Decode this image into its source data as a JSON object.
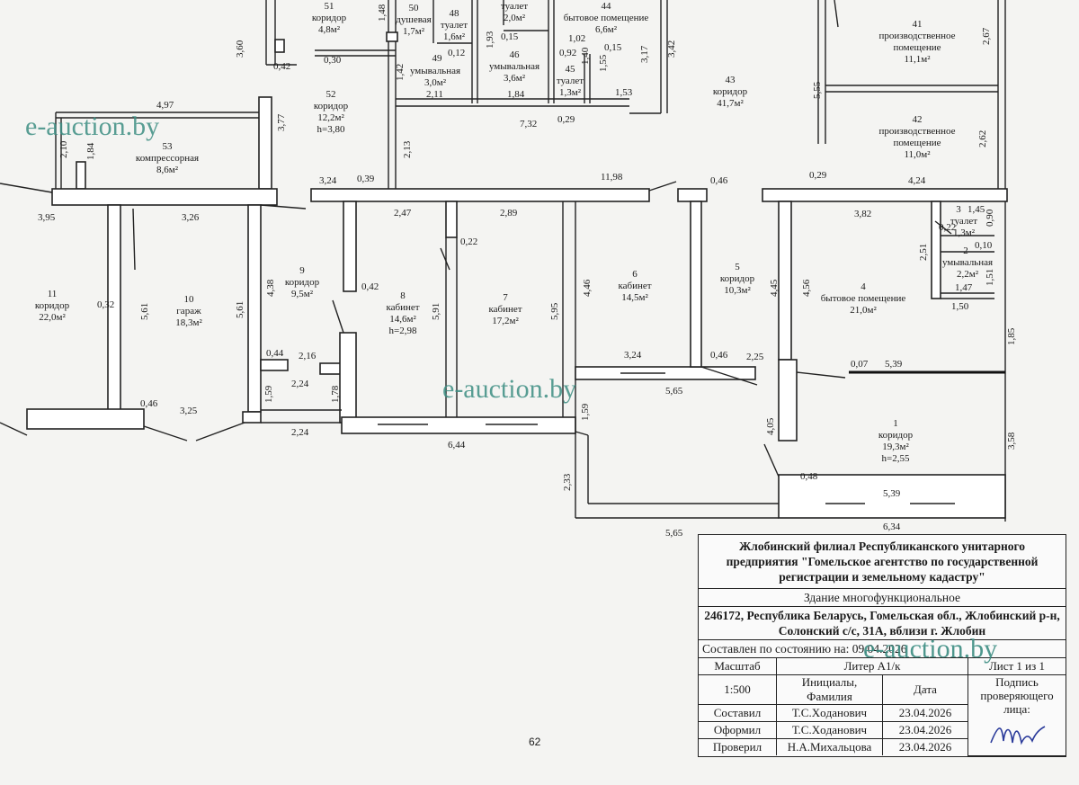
{
  "rooms": [
    {
      "id": "r51",
      "num": "51",
      "name": "коридор",
      "area": "4,8м²"
    },
    {
      "id": "r50",
      "num": "50",
      "name": "душевая",
      "area": "1,7м²"
    },
    {
      "id": "r48",
      "num": "48",
      "name": "туалет",
      "area": "1,6м²"
    },
    {
      "id": "r47",
      "num": "",
      "name": "туалет",
      "area": "2,0м²"
    },
    {
      "id": "r44",
      "num": "44",
      "name": "бытовое помещение",
      "area": "6,6м²"
    },
    {
      "id": "r49",
      "num": "49",
      "name": "умывальная",
      "area": "3,0м²"
    },
    {
      "id": "r46",
      "num": "46",
      "name": "умывальная",
      "area": "3,6м²"
    },
    {
      "id": "r45",
      "num": "45",
      "name": "туалет",
      "area": "1,3м²"
    },
    {
      "id": "r52",
      "num": "52",
      "name": "коридор",
      "area": "12,2м²",
      "height": "h=3,80"
    },
    {
      "id": "r43",
      "num": "43",
      "name": "коридор",
      "area": "41,7м²"
    },
    {
      "id": "r41",
      "num": "41",
      "name": "производственное помещение",
      "area": "11,1м²"
    },
    {
      "id": "r42",
      "num": "42",
      "name": "производственное помещение",
      "area": "11,0м²"
    },
    {
      "id": "r53",
      "num": "53",
      "name": "компрессорная",
      "area": "8,6м²"
    },
    {
      "id": "r11",
      "num": "11",
      "name": "коридор",
      "area": "22,0м²"
    },
    {
      "id": "r10",
      "num": "10",
      "name": "гараж",
      "area": "18,3м²"
    },
    {
      "id": "r9",
      "num": "9",
      "name": "коридор",
      "area": "9,5м²"
    },
    {
      "id": "r8",
      "num": "8",
      "name": "кабинет",
      "area": "14,6м²",
      "height": "h=2,98"
    },
    {
      "id": "r7",
      "num": "7",
      "name": "кабинет",
      "area": "17,2м²"
    },
    {
      "id": "r6",
      "num": "6",
      "name": "кабинет",
      "area": "14,5м²"
    },
    {
      "id": "r5",
      "num": "5",
      "name": "коридор",
      "area": "10,3м²"
    },
    {
      "id": "r4",
      "num": "4",
      "name": "бытовое помещение",
      "area": "21,0м²"
    },
    {
      "id": "r3",
      "num": "3",
      "name": "туалет",
      "area": "1,3м²"
    },
    {
      "id": "r2",
      "num": "2",
      "name": "умывальная",
      "area": "2,2м²"
    },
    {
      "id": "r1",
      "num": "1",
      "name": "коридор",
      "area": "19,3м²",
      "height": "h=2,55"
    }
  ],
  "dimensions": [
    "3,60",
    "0,42",
    "0,30",
    "1,48",
    "0,12",
    "1,93",
    "0,15",
    "1,02",
    "0,92",
    "1,40",
    "0,15",
    "1,55",
    "3,17",
    "3,42",
    "2,67",
    "1,42",
    "2,11",
    "1,84",
    "7,32",
    "0,29",
    "1,53",
    "5,55",
    "2,62",
    "4,97",
    "3,77",
    "2,10",
    "1,84",
    "2,13",
    "0,29",
    "4,24",
    "3,24",
    "0,39",
    "11,98",
    "0,46",
    "3,95",
    "3,26",
    "2,47",
    "2,89",
    "3,82",
    "0,22",
    "1,45",
    "0,90",
    "0,22",
    "2,51",
    "0,10",
    "1,51",
    "1,47",
    "1,50",
    "4,38",
    "0,42",
    "0,32",
    "5,61",
    "5,61",
    "5,91",
    "5,95",
    "4,46",
    "4,45",
    "4,56",
    "1,85",
    "0,44",
    "2,16",
    "2,24",
    "3,24",
    "0,46",
    "2,25",
    "0,07",
    "5,39",
    "1,59",
    "1,78",
    "5,65",
    "4,05",
    "0,46",
    "3,25",
    "2,24",
    "6,44",
    "3,58",
    "2,33",
    "0,48",
    "5,39",
    "6,34",
    "5,65",
    "1,59"
  ],
  "watermark": "e-auction.by",
  "page_number": "62",
  "stamp": {
    "org": "Жлобинский филиал Республиканского унитарного предприятия \"Гомельское агентство по государственной регистрации и земельному кадастру\"",
    "building": "Здание многофункциональное",
    "address": "246172, Республика Беларусь, Гомельская обл., Жлобинский р-н, Солонский с/с, 31А, вблизи г. Жлобин",
    "state_label": "Составлен по состоянию на: 09.04.2026",
    "scale_label": "Масштаб",
    "scale_value": "1:500",
    "liter": "Литер А1/к",
    "sheet": "Лист 1 из 1",
    "col_name": "Инициалы, Фамилия",
    "col_date": "Дата",
    "sign_label": "Подпись проверяющего лица:",
    "rows": [
      {
        "role": "Составил",
        "name": "Т.С.Хoданович",
        "date": "23.04.2026"
      },
      {
        "role": "Оформил",
        "name": "Т.С.Хoданович",
        "date": "23.04.2026"
      },
      {
        "role": "Проверил",
        "name": "Н.А.Михальцова",
        "date": "23.04.2026"
      }
    ]
  }
}
